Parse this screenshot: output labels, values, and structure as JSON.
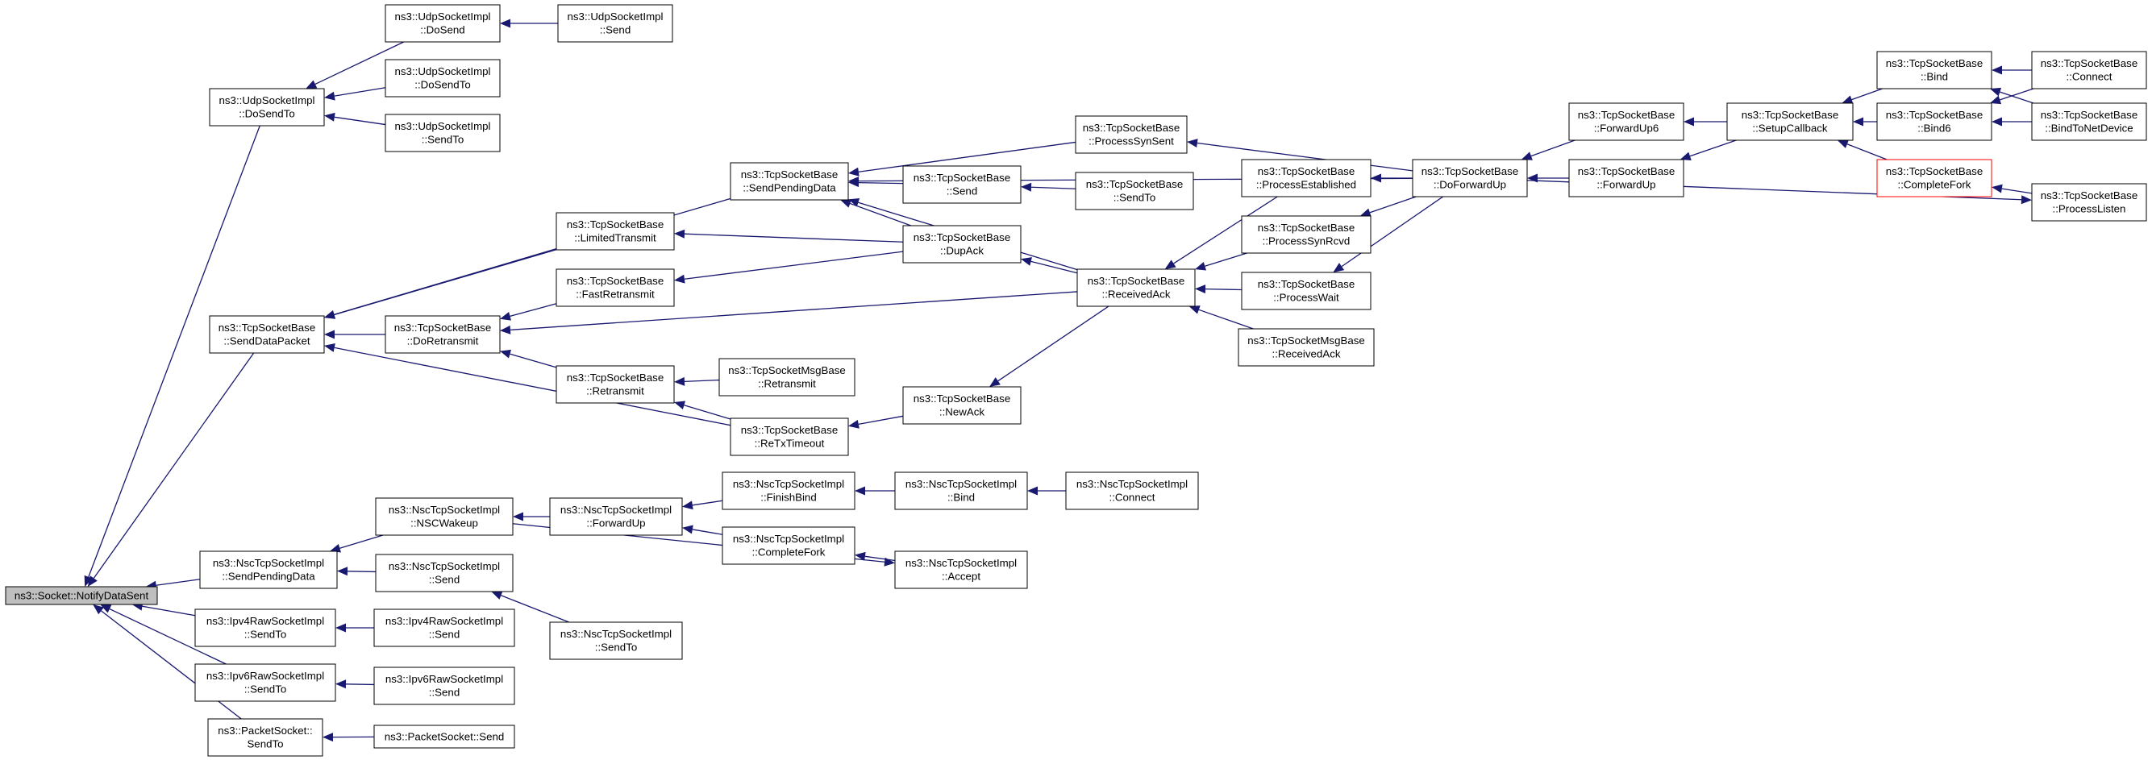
{
  "colors": {
    "edge": "#191970",
    "node_border": "#000000",
    "node_fill": "#ffffff",
    "root_fill": "#bfbfbf",
    "highlight_border": "#ff0000"
  },
  "nodes": [
    {
      "id": "root",
      "lines": [
        "ns3::Socket::NotifyDataSent"
      ]
    },
    {
      "id": "udp_dosendto",
      "lines": [
        "ns3::UdpSocketImpl",
        "::DoSendTo"
      ]
    },
    {
      "id": "udp_dosend",
      "lines": [
        "ns3::UdpSocketImpl",
        "::DoSend"
      ]
    },
    {
      "id": "udp_send",
      "lines": [
        "ns3::UdpSocketImpl",
        "::Send"
      ]
    },
    {
      "id": "udp_dosendto2",
      "lines": [
        "ns3::UdpSocketImpl",
        "::DoSendTo"
      ]
    },
    {
      "id": "udp_sendto",
      "lines": [
        "ns3::UdpSocketImpl",
        "::SendTo"
      ]
    },
    {
      "id": "tcp_senddatapacket",
      "lines": [
        "ns3::TcpSocketBase",
        "::SendDataPacket"
      ]
    },
    {
      "id": "tcp_limitedtransmit",
      "lines": [
        "ns3::TcpSocketBase",
        "::LimitedTransmit"
      ]
    },
    {
      "id": "tcp_doretransmit",
      "lines": [
        "ns3::TcpSocketBase",
        "::DoRetransmit"
      ]
    },
    {
      "id": "tcp_fastretransmit",
      "lines": [
        "ns3::TcpSocketBase",
        "::FastRetransmit"
      ]
    },
    {
      "id": "tcp_retransmit",
      "lines": [
        "ns3::TcpSocketBase",
        "::Retransmit"
      ]
    },
    {
      "id": "tcpmsg_retransmit",
      "lines": [
        "ns3::TcpSocketMsgBase",
        "::Retransmit"
      ]
    },
    {
      "id": "tcp_retxtimeout",
      "lines": [
        "ns3::TcpSocketBase",
        "::ReTxTimeout"
      ]
    },
    {
      "id": "tcp_sendpendingdata",
      "lines": [
        "ns3::TcpSocketBase",
        "::SendPendingData"
      ]
    },
    {
      "id": "tcp_send",
      "lines": [
        "ns3::TcpSocketBase",
        "::Send"
      ]
    },
    {
      "id": "tcp_sendto",
      "lines": [
        "ns3::TcpSocketBase",
        "::SendTo"
      ]
    },
    {
      "id": "tcp_dupack",
      "lines": [
        "ns3::TcpSocketBase",
        "::DupAck"
      ]
    },
    {
      "id": "tcp_newack",
      "lines": [
        "ns3::TcpSocketBase",
        "::NewAck"
      ]
    },
    {
      "id": "tcp_receivedack",
      "lines": [
        "ns3::TcpSocketBase",
        "::ReceivedAck"
      ]
    },
    {
      "id": "tcp_processsynsent",
      "lines": [
        "ns3::TcpSocketBase",
        "::ProcessSynSent"
      ]
    },
    {
      "id": "tcp_processestablished",
      "lines": [
        "ns3::TcpSocketBase",
        "::ProcessEstablished"
      ]
    },
    {
      "id": "tcp_processsynrcvd",
      "lines": [
        "ns3::TcpSocketBase",
        "::ProcessSynRcvd"
      ]
    },
    {
      "id": "tcp_processwait",
      "lines": [
        "ns3::TcpSocketBase",
        "::ProcessWait"
      ]
    },
    {
      "id": "tcpmsg_receivedack",
      "lines": [
        "ns3::TcpSocketMsgBase",
        "::ReceivedAck"
      ]
    },
    {
      "id": "tcp_doforwardup",
      "lines": [
        "ns3::TcpSocketBase",
        "::DoForwardUp"
      ]
    },
    {
      "id": "tcp_forwardup6",
      "lines": [
        "ns3::TcpSocketBase",
        "::ForwardUp6"
      ]
    },
    {
      "id": "tcp_forwardup",
      "lines": [
        "ns3::TcpSocketBase",
        "::ForwardUp"
      ]
    },
    {
      "id": "tcp_setupcallback",
      "lines": [
        "ns3::TcpSocketBase",
        "::SetupCallback"
      ]
    },
    {
      "id": "tcp_bind",
      "lines": [
        "ns3::TcpSocketBase",
        "::Bind"
      ]
    },
    {
      "id": "tcp_bind6",
      "lines": [
        "ns3::TcpSocketBase",
        "::Bind6"
      ]
    },
    {
      "id": "tcp_completefork",
      "lines": [
        "ns3::TcpSocketBase",
        "::CompleteFork"
      ]
    },
    {
      "id": "tcp_connect",
      "lines": [
        "ns3::TcpSocketBase",
        "::Connect"
      ]
    },
    {
      "id": "tcp_bindtonetdevice",
      "lines": [
        "ns3::TcpSocketBase",
        "::BindToNetDevice"
      ]
    },
    {
      "id": "tcp_processlisten",
      "lines": [
        "ns3::TcpSocketBase",
        "::ProcessListen"
      ]
    },
    {
      "id": "nsc_sendpendingdata",
      "lines": [
        "ns3::NscTcpSocketImpl",
        "::SendPendingData"
      ]
    },
    {
      "id": "nsc_nscwakeup",
      "lines": [
        "ns3::NscTcpSocketImpl",
        "::NSCWakeup"
      ]
    },
    {
      "id": "nsc_send",
      "lines": [
        "ns3::NscTcpSocketImpl",
        "::Send"
      ]
    },
    {
      "id": "nsc_sendto",
      "lines": [
        "ns3::NscTcpSocketImpl",
        "::SendTo"
      ]
    },
    {
      "id": "nsc_forwardup",
      "lines": [
        "ns3::NscTcpSocketImpl",
        "::ForwardUp"
      ]
    },
    {
      "id": "nsc_finishbind",
      "lines": [
        "ns3::NscTcpSocketImpl",
        "::FinishBind"
      ]
    },
    {
      "id": "nsc_completefork",
      "lines": [
        "ns3::NscTcpSocketImpl",
        "::CompleteFork"
      ]
    },
    {
      "id": "nsc_bind",
      "lines": [
        "ns3::NscTcpSocketImpl",
        "::Bind"
      ]
    },
    {
      "id": "nsc_connect",
      "lines": [
        "ns3::NscTcpSocketImpl",
        "::Connect"
      ]
    },
    {
      "id": "nsc_accept",
      "lines": [
        "ns3::NscTcpSocketImpl",
        "::Accept"
      ]
    },
    {
      "id": "ipv4_sendto",
      "lines": [
        "ns3::Ipv4RawSocketImpl",
        "::SendTo"
      ]
    },
    {
      "id": "ipv4_send",
      "lines": [
        "ns3::Ipv4RawSocketImpl",
        "::Send"
      ]
    },
    {
      "id": "ipv6_sendto",
      "lines": [
        "ns3::Ipv6RawSocketImpl",
        "::SendTo"
      ]
    },
    {
      "id": "ipv6_send",
      "lines": [
        "ns3::Ipv6RawSocketImpl",
        "::Send"
      ]
    },
    {
      "id": "pkt_sendto",
      "lines": [
        "ns3::PacketSocket::",
        "SendTo"
      ]
    },
    {
      "id": "pkt_send",
      "lines": [
        "ns3::PacketSocket::Send"
      ]
    }
  ],
  "edges": [
    [
      "udp_dosendto",
      "root"
    ],
    [
      "tcp_senddatapacket",
      "root"
    ],
    [
      "nsc_sendpendingdata",
      "root"
    ],
    [
      "ipv4_sendto",
      "root"
    ],
    [
      "ipv6_sendto",
      "root"
    ],
    [
      "pkt_sendto",
      "root"
    ],
    [
      "udp_dosend",
      "udp_dosendto"
    ],
    [
      "udp_dosendto2",
      "udp_dosendto"
    ],
    [
      "udp_sendto",
      "udp_dosendto"
    ],
    [
      "udp_send",
      "udp_dosend"
    ],
    [
      "tcp_sendpendingdata",
      "tcp_senddatapacket"
    ],
    [
      "tcp_limitedtransmit",
      "tcp_senddatapacket"
    ],
    [
      "tcp_doretransmit",
      "tcp_senddatapacket"
    ],
    [
      "tcp_retxtimeout",
      "tcp_senddatapacket"
    ],
    [
      "tcp_fastretransmit",
      "tcp_doretransmit"
    ],
    [
      "tcp_retransmit",
      "tcp_doretransmit"
    ],
    [
      "tcp_receivedack",
      "tcp_doretransmit"
    ],
    [
      "tcp_dupack",
      "tcp_limitedtransmit"
    ],
    [
      "tcp_dupack",
      "tcp_fastretransmit"
    ],
    [
      "tcpmsg_retransmit",
      "tcp_retransmit"
    ],
    [
      "tcp_retxtimeout",
      "tcp_retransmit"
    ],
    [
      "tcp_newack",
      "tcp_retxtimeout"
    ],
    [
      "tcp_receivedack",
      "tcp_newack"
    ],
    [
      "tcp_send",
      "tcp_sendpendingdata"
    ],
    [
      "tcp_dupack",
      "tcp_sendpendingdata"
    ],
    [
      "tcp_receivedack",
      "tcp_sendpendingdata"
    ],
    [
      "tcp_processsynsent",
      "tcp_sendpendingdata"
    ],
    [
      "tcp_doforwardup",
      "tcp_sendpendingdata"
    ],
    [
      "tcp_sendto",
      "tcp_send"
    ],
    [
      "tcp_receivedack",
      "tcp_dupack"
    ],
    [
      "tcp_processestablished",
      "tcp_receivedack"
    ],
    [
      "tcp_processsynrcvd",
      "tcp_receivedack"
    ],
    [
      "tcp_processwait",
      "tcp_receivedack"
    ],
    [
      "tcpmsg_receivedack",
      "tcp_receivedack"
    ],
    [
      "tcp_doforwardup",
      "tcp_processsynsent"
    ],
    [
      "tcp_doforwardup",
      "tcp_processestablished"
    ],
    [
      "tcp_doforwardup",
      "tcp_processsynrcvd"
    ],
    [
      "tcp_doforwardup",
      "tcp_processwait"
    ],
    [
      "tcp_forwardup6",
      "tcp_doforwardup"
    ],
    [
      "tcp_forwardup",
      "tcp_doforwardup"
    ],
    [
      "tcp_doforwardup",
      "tcp_processlisten"
    ],
    [
      "tcp_setupcallback",
      "tcp_forwardup6"
    ],
    [
      "tcp_setupcallback",
      "tcp_forwardup"
    ],
    [
      "tcp_bind",
      "tcp_setupcallback"
    ],
    [
      "tcp_bind6",
      "tcp_setupcallback"
    ],
    [
      "tcp_completefork",
      "tcp_setupcallback"
    ],
    [
      "tcp_connect",
      "tcp_bind"
    ],
    [
      "tcp_bindtonetdevice",
      "tcp_bind"
    ],
    [
      "tcp_connect",
      "tcp_bind6"
    ],
    [
      "tcp_bindtonetdevice",
      "tcp_bind6"
    ],
    [
      "tcp_processlisten",
      "tcp_completefork"
    ],
    [
      "nsc_nscwakeup",
      "nsc_sendpendingdata"
    ],
    [
      "nsc_send",
      "nsc_sendpendingdata"
    ],
    [
      "nsc_forwardup",
      "nsc_nscwakeup"
    ],
    [
      "nsc_sendto",
      "nsc_send"
    ],
    [
      "nsc_finishbind",
      "nsc_forwardup"
    ],
    [
      "nsc_completefork",
      "nsc_forwardup"
    ],
    [
      "nsc_nscwakeup",
      "nsc_accept"
    ],
    [
      "nsc_bind",
      "nsc_finishbind"
    ],
    [
      "nsc_connect",
      "nsc_bind"
    ],
    [
      "nsc_accept",
      "nsc_completefork"
    ],
    [
      "ipv4_send",
      "ipv4_sendto"
    ],
    [
      "ipv6_send",
      "ipv6_sendto"
    ],
    [
      "pkt_send",
      "pkt_sendto"
    ]
  ]
}
